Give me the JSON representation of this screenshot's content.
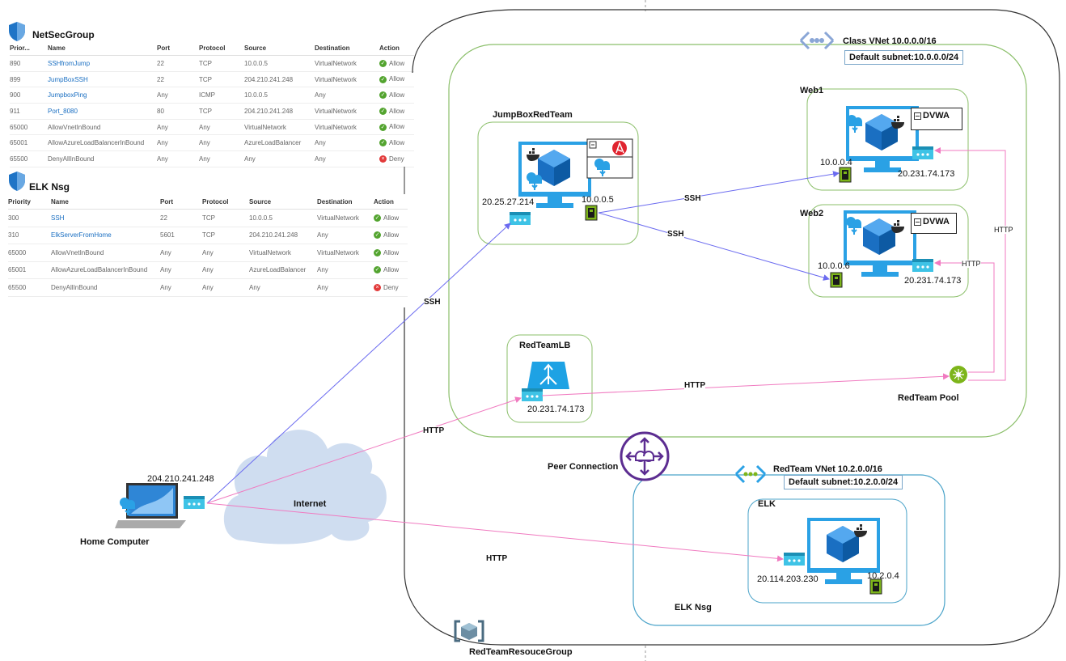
{
  "nsg_tables": [
    {
      "title": "NetSecGroup",
      "columns": [
        "Prior...",
        "Name",
        "Port",
        "Protocol",
        "Source",
        "Destination",
        "Action"
      ],
      "rows": [
        {
          "priority": "890",
          "name": "SSHfromJump",
          "port": "22",
          "protocol": "TCP",
          "source": "10.0.0.5",
          "destination": "VirtualNetwork",
          "action": "Allow"
        },
        {
          "priority": "899",
          "name": "JumpBoxSSH",
          "port": "22",
          "protocol": "TCP",
          "source": "204.210.241.248",
          "destination": "VirtualNetwork",
          "action": "Allow"
        },
        {
          "priority": "900",
          "name": "JumpboxPing",
          "port": "Any",
          "protocol": "ICMP",
          "source": "10.0.0.5",
          "destination": "Any",
          "action": "Allow"
        },
        {
          "priority": "911",
          "name": "Port_8080",
          "port": "80",
          "protocol": "TCP",
          "source": "204.210.241.248",
          "destination": "VirtualNetwork",
          "action": "Allow"
        },
        {
          "priority": "65000",
          "name": "AllowVnetInBound",
          "port": "Any",
          "protocol": "Any",
          "source": "VirtualNetwork",
          "destination": "VirtualNetwork",
          "action": "Allow"
        },
        {
          "priority": "65001",
          "name": "AllowAzureLoadBalancerInBound",
          "port": "Any",
          "protocol": "Any",
          "source": "AzureLoadBalancer",
          "destination": "Any",
          "action": "Allow"
        },
        {
          "priority": "65500",
          "name": "DenyAllInBound",
          "port": "Any",
          "protocol": "Any",
          "source": "Any",
          "destination": "Any",
          "action": "Deny"
        }
      ]
    },
    {
      "title": "ELK Nsg",
      "columns": [
        "Priority",
        "Name",
        "Port",
        "Protocol",
        "Source",
        "Destination",
        "Action"
      ],
      "rows": [
        {
          "priority": "300",
          "name": "SSH",
          "port": "22",
          "protocol": "TCP",
          "source": "10.0.0.5",
          "destination": "VirtualNetwork",
          "action": "Allow"
        },
        {
          "priority": "310",
          "name": "ElkServerFromHome",
          "port": "5601",
          "protocol": "TCP",
          "source": "204.210.241.248",
          "destination": "Any",
          "action": "Allow"
        },
        {
          "priority": "65000",
          "name": "AllowVnetInBound",
          "port": "Any",
          "protocol": "Any",
          "source": "VirtualNetwork",
          "destination": "VirtualNetwork",
          "action": "Allow"
        },
        {
          "priority": "65001",
          "name": "AllowAzureLoadBalancerInBound",
          "port": "Any",
          "protocol": "Any",
          "source": "AzureLoadBalancer",
          "destination": "Any",
          "action": "Allow"
        },
        {
          "priority": "65500",
          "name": "DenyAllInBound",
          "port": "Any",
          "protocol": "Any",
          "source": "Any",
          "destination": "Any",
          "action": "Deny"
        }
      ]
    }
  ],
  "resource_group": "RedTeamResouceGroup",
  "class_vnet": {
    "title": "Class VNet 10.0.0.0/16",
    "subnet": "Default subnet:10.0.0.0/24"
  },
  "redteam_vnet": {
    "title": "RedTeam VNet  10.2.0.0/16",
    "subnet": "Default subnet:10.2.0.0/24"
  },
  "jumpbox": {
    "title": "JumpBoxRedTeam",
    "public_ip": "20.25.27.214",
    "private_ip": "10.0.0.5"
  },
  "web1": {
    "title": "Web1",
    "app": "DVWA",
    "private_ip": "10.0.0.4",
    "public_ip": "20.231.74.173"
  },
  "web2": {
    "title": "Web2",
    "app": "DVWA",
    "private_ip": "10.0.0.6",
    "public_ip": "20.231.74.173"
  },
  "lb": {
    "title": "RedTeamLB",
    "ip": "20.231.74.173"
  },
  "pool": {
    "title": "RedTeam Pool"
  },
  "peer": {
    "title": "Peer Connection"
  },
  "elk": {
    "title": "ELK",
    "public_ip": "20.114.203.230",
    "private_ip": "10.2.0.4",
    "nsg_label": "ELK Nsg"
  },
  "home": {
    "title": "Home Computer",
    "ip": "204.210.241.248"
  },
  "internet": {
    "title": "Internet"
  },
  "connections": {
    "ssh_home_jump": "SSH",
    "ssh_jump_web1": "SSH",
    "ssh_jump_web2": "SSH",
    "http_home_lb": "HTTP",
    "http_home_elk": "HTTP",
    "http_lb_pool": "HTTP",
    "http_pool_web1": "HTTP",
    "http_pool_web2": "HTTP"
  },
  "colors": {
    "ssh": "#6b6bf0",
    "http": "#f07ac0",
    "vnet_border": "#8bbf6a",
    "elk_vnet_border": "#4aa3c9",
    "vm_blue": "#1e88d6",
    "nic": "#3ec3e6"
  }
}
